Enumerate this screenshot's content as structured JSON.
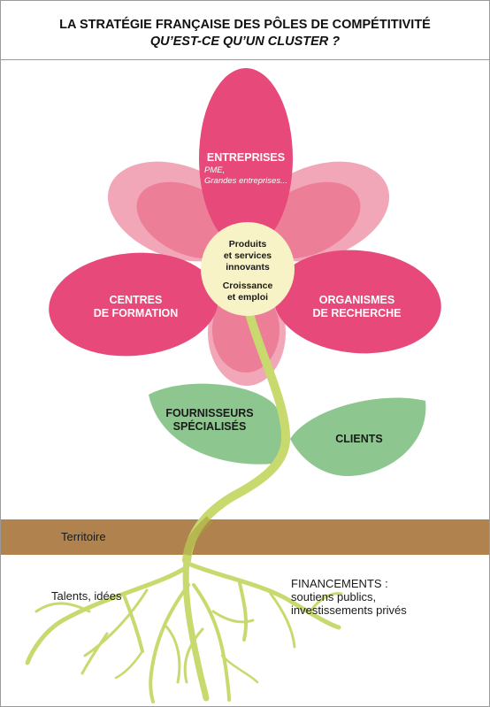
{
  "header": {
    "title_line1": "LA STRATÉGIE FRANÇAISE DES PÔLES DE COMPÉTITIVITÉ",
    "title_line2": "QU’EST-CE QU’UN CLUSTER ?"
  },
  "petals": {
    "top_title": "ENTREPRISES",
    "top_sub1": "PME,",
    "top_sub2": "Grandes entreprises...",
    "left_line1": "CENTRES",
    "left_line2": "DE FORMATION",
    "right_line1": "ORGANISMES",
    "right_line2": "DE RECHERCHE"
  },
  "center": {
    "line1": "Produits",
    "line2": "et services",
    "line3": "innovants",
    "line4": "Croissance",
    "line5": "et emploi"
  },
  "leaves": {
    "left_line1": "FOURNISSEURS",
    "left_line2": "SPÉCIALISÉS",
    "right": "CLIENTS"
  },
  "ground": {
    "label": "Territoire"
  },
  "roots": {
    "left": "Talents, idées",
    "right_line1": "FINANCEMENTS :",
    "right_line2": "soutiens publics,",
    "right_line3": "investissements privés"
  },
  "colors": {
    "petal_main": "#e6497a",
    "petal_back_light": "#f2a7b8",
    "petal_back_mid": "#ec7e98",
    "center": "#f8f3c6",
    "leaf": "#8dc68e",
    "stem": "#c8d96e",
    "ground": "#b0834e"
  }
}
